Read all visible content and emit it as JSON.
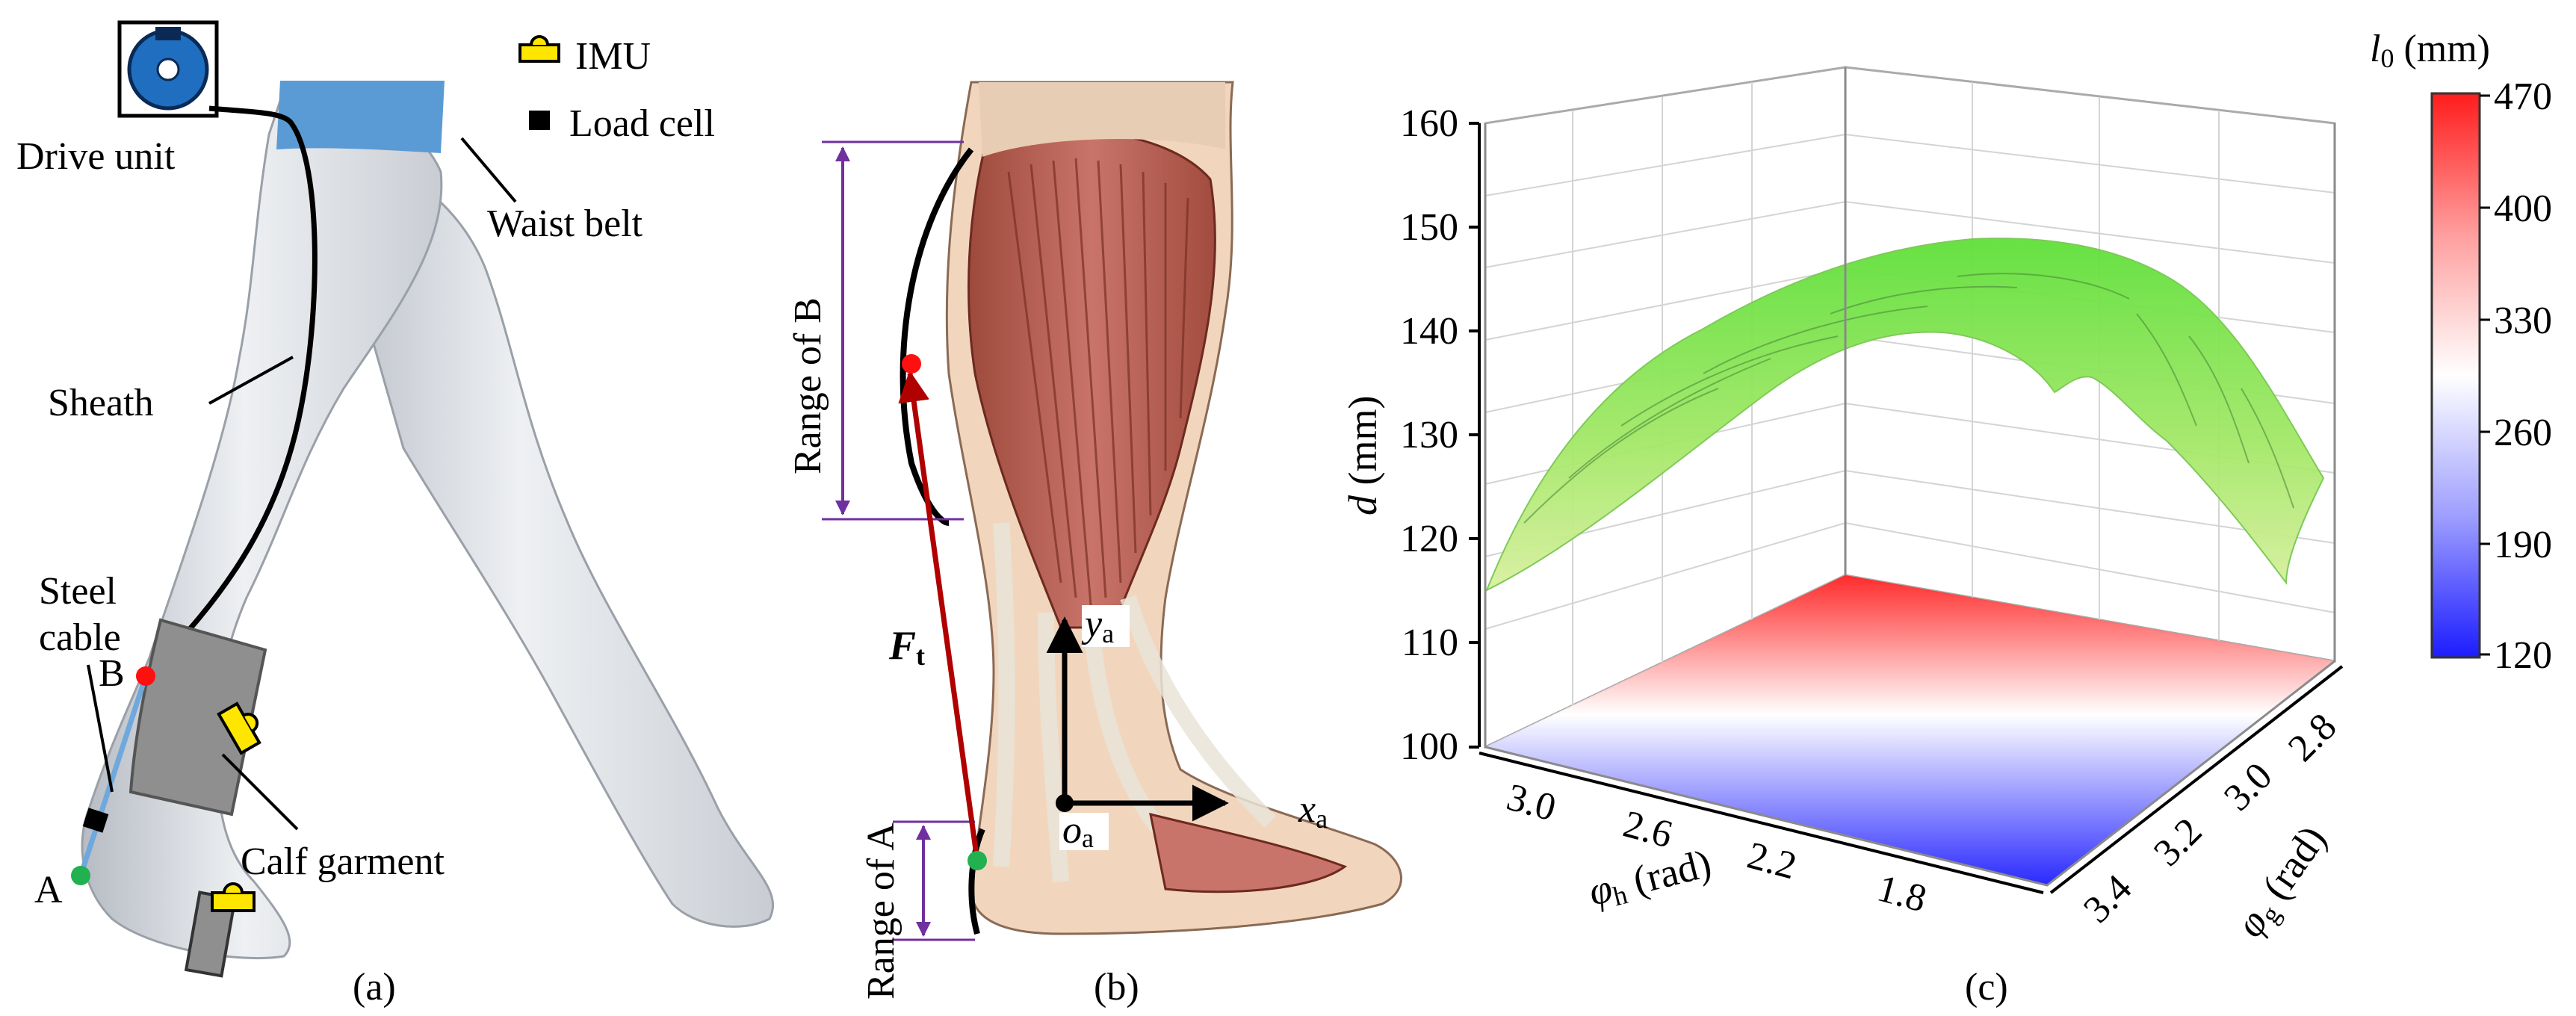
{
  "panel_a": {
    "label": "(a)",
    "legend": {
      "imu": "IMU",
      "load_cell": "Load cell"
    },
    "drive_unit": "Drive unit",
    "waist_belt": "Waist belt",
    "sheath": "Sheath",
    "steel_cable_1": "Steel",
    "steel_cable_2": "cable",
    "point_b": "B",
    "point_a": "A",
    "calf_garment": "Calf garment"
  },
  "panel_b": {
    "label": "(b)",
    "range_b": "Range of  B",
    "range_a": "Range of A",
    "force": "F",
    "force_sub": "t",
    "y_axis": "y",
    "y_sub": "a",
    "x_axis": "x",
    "x_sub": "a",
    "origin": "o",
    "origin_sub": "a"
  },
  "panel_c": {
    "label": "(c)",
    "colorbar_title_l": "l",
    "colorbar_title_sub": "0",
    "colorbar_title_unit": " (mm)",
    "colorbar_ticks": [
      "470",
      "400",
      "330",
      "260",
      "190",
      "120"
    ],
    "z_label_var": "d",
    "z_label_unit": " (mm)",
    "z_ticks": [
      "160",
      "150",
      "140",
      "130",
      "120",
      "110",
      "100"
    ],
    "x_label_var": "φ",
    "x_label_sub": "h",
    "x_label_unit": " (rad)",
    "x_ticks": [
      "3.0",
      "2.6",
      "2.2",
      "1.8"
    ],
    "y_label_var": "φ",
    "y_label_sub": "g",
    "y_label_unit": " (rad)",
    "y_ticks": [
      "3.4",
      "3.2",
      "3.0",
      "2.8"
    ]
  },
  "chart_data": {
    "type": "surface",
    "x": {
      "name": "φh (rad)",
      "ticks": [
        3.0,
        2.6,
        2.2,
        1.8
      ],
      "range": [
        3.2,
        1.6
      ]
    },
    "y": {
      "name": "φg (rad)",
      "ticks": [
        3.4,
        3.2,
        3.0,
        2.8
      ],
      "range": [
        3.4,
        2.7
      ]
    },
    "z": {
      "name": "d (mm)",
      "range": [
        100,
        160
      ]
    },
    "color": {
      "name": "l0 (mm)",
      "range": [
        120,
        470
      ]
    },
    "surface_edges": {
      "front_edge_along_phi_h": [
        114,
        122,
        131,
        140,
        147,
        149,
        146,
        137,
        127,
        118
      ],
      "back_edge_along_phi_h": [
        131,
        139,
        146,
        151,
        153,
        152,
        148,
        141,
        133,
        124
      ],
      "peak_d": 153
    },
    "colors": {
      "surface": "#86e85a",
      "floor_high": "#ff2a2a",
      "floor_low": "#2a2aff"
    }
  }
}
